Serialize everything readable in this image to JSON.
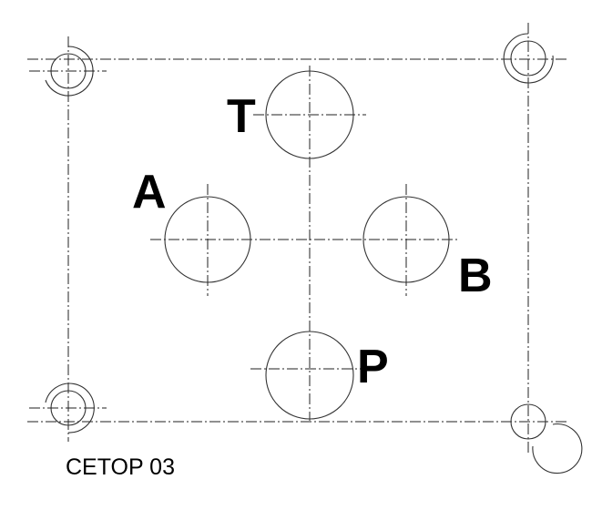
{
  "ports": {
    "t": "T",
    "a": "A",
    "b": "B",
    "p": "P"
  },
  "caption": "CETOP 03"
}
